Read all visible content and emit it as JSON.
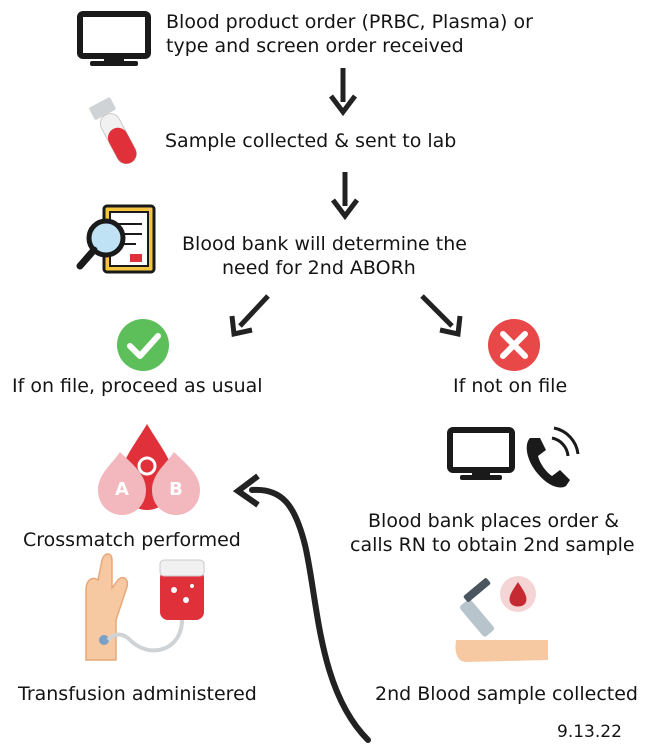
{
  "steps": {
    "order_received": {
      "line1": "Blood product order (PRBC, Plasma) or",
      "line2": "type and screen order received",
      "icon": "computer-monitor-icon"
    },
    "sample_collected": {
      "label": "Sample collected & sent to lab",
      "icon": "blood-tube-icon"
    },
    "determine_need": {
      "line1": "Blood bank will determine the",
      "line2": "need for 2nd ABORh",
      "icon": "magnifier-document-icon"
    },
    "on_file": {
      "label": "If on file, proceed as usual",
      "icon": "green-check-icon"
    },
    "not_on_file": {
      "label": "If not on file",
      "icon": "red-x-icon"
    },
    "crossmatch": {
      "label": "Crossmatch performed",
      "icon": "blood-type-ab-icon",
      "letter_a": "A",
      "letter_b": "B"
    },
    "places_order": {
      "line1": "Blood bank places order &",
      "line2": "calls RN to obtain 2nd sample",
      "icon": "computer-phone-icon"
    },
    "transfusion": {
      "label": "Transfusion administered",
      "icon": "iv-transfusion-icon"
    },
    "second_sample": {
      "label": "2nd Blood sample collected",
      "icon": "syringe-arm-icon"
    }
  },
  "date": "9.13.22",
  "colors": {
    "text": "#141414",
    "arrow": "#222222",
    "check": "#5cbf5a",
    "cross": "#e84848",
    "blood": "#e0303a",
    "skin": "#f6c9a2"
  }
}
